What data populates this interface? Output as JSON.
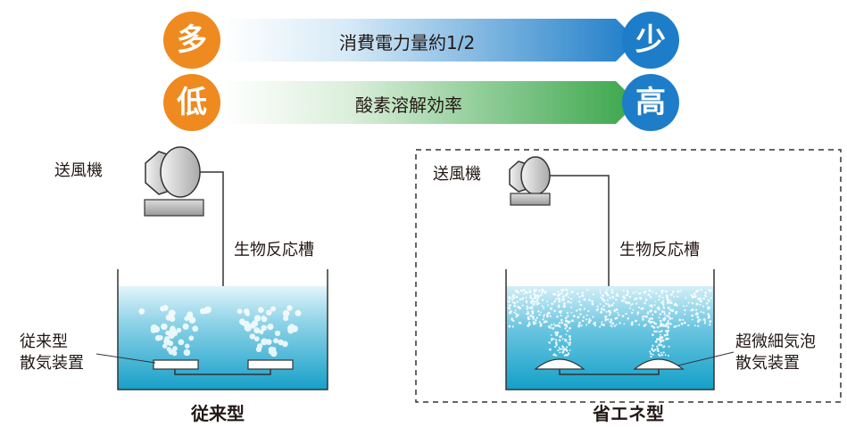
{
  "banner": {
    "row1": {
      "left_char": "多",
      "text": "消費電力量約1/2",
      "right_char": "少"
    },
    "row2": {
      "left_char": "低",
      "text": "酸素溶解効率",
      "right_char": "高"
    }
  },
  "left": {
    "blower_label": "送風機",
    "tank_label": "生物反応槽",
    "diffuser_label_line1": "従来型",
    "diffuser_label_line2": "散気装置",
    "caption": "従来型"
  },
  "right": {
    "blower_label": "送風機",
    "tank_label": "生物反応槽",
    "diffuser_label_line1": "超微細気泡",
    "diffuser_label_line2": "散気装置",
    "caption": "省エネ型"
  },
  "colors": {
    "orange": "#ee8a1f",
    "blue": "#1e7dc8",
    "water_top": "#dff3f9",
    "water_bottom": "#1ba3c9",
    "arrow1_end": "#1e7dc8",
    "arrow2_end": "#3aa64a"
  }
}
